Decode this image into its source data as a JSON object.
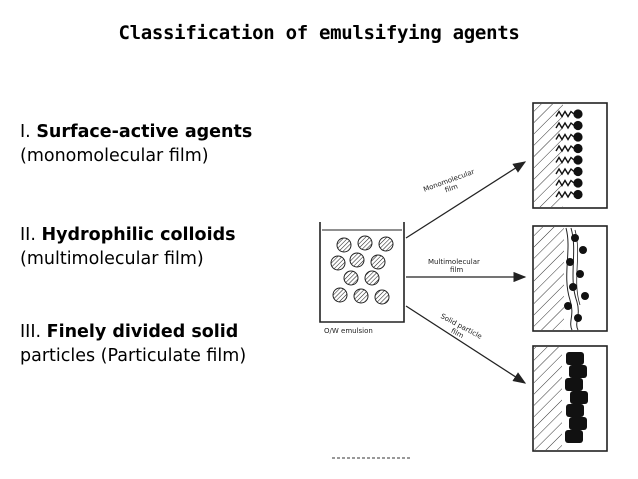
{
  "title": "Classification of emulsifying agents",
  "items": [
    {
      "num": "I.",
      "head": "Surface-active agents",
      "sub": "(monomolecular film)"
    },
    {
      "num": "II.",
      "head": "Hydrophilic colloids",
      "sub": "(multimolecular film)"
    },
    {
      "num": "III.",
      "head": "Finely divided solid",
      "sub": "particles (Particulate film)"
    }
  ],
  "diagram": {
    "beaker_label": "O/W emulsion",
    "arrow_labels": [
      {
        "line1": "Monomolecular",
        "line2": "film"
      },
      {
        "line1": "Multimolecular",
        "line2": "film"
      },
      {
        "line1": "Solid particle",
        "line2": "film"
      }
    ]
  }
}
